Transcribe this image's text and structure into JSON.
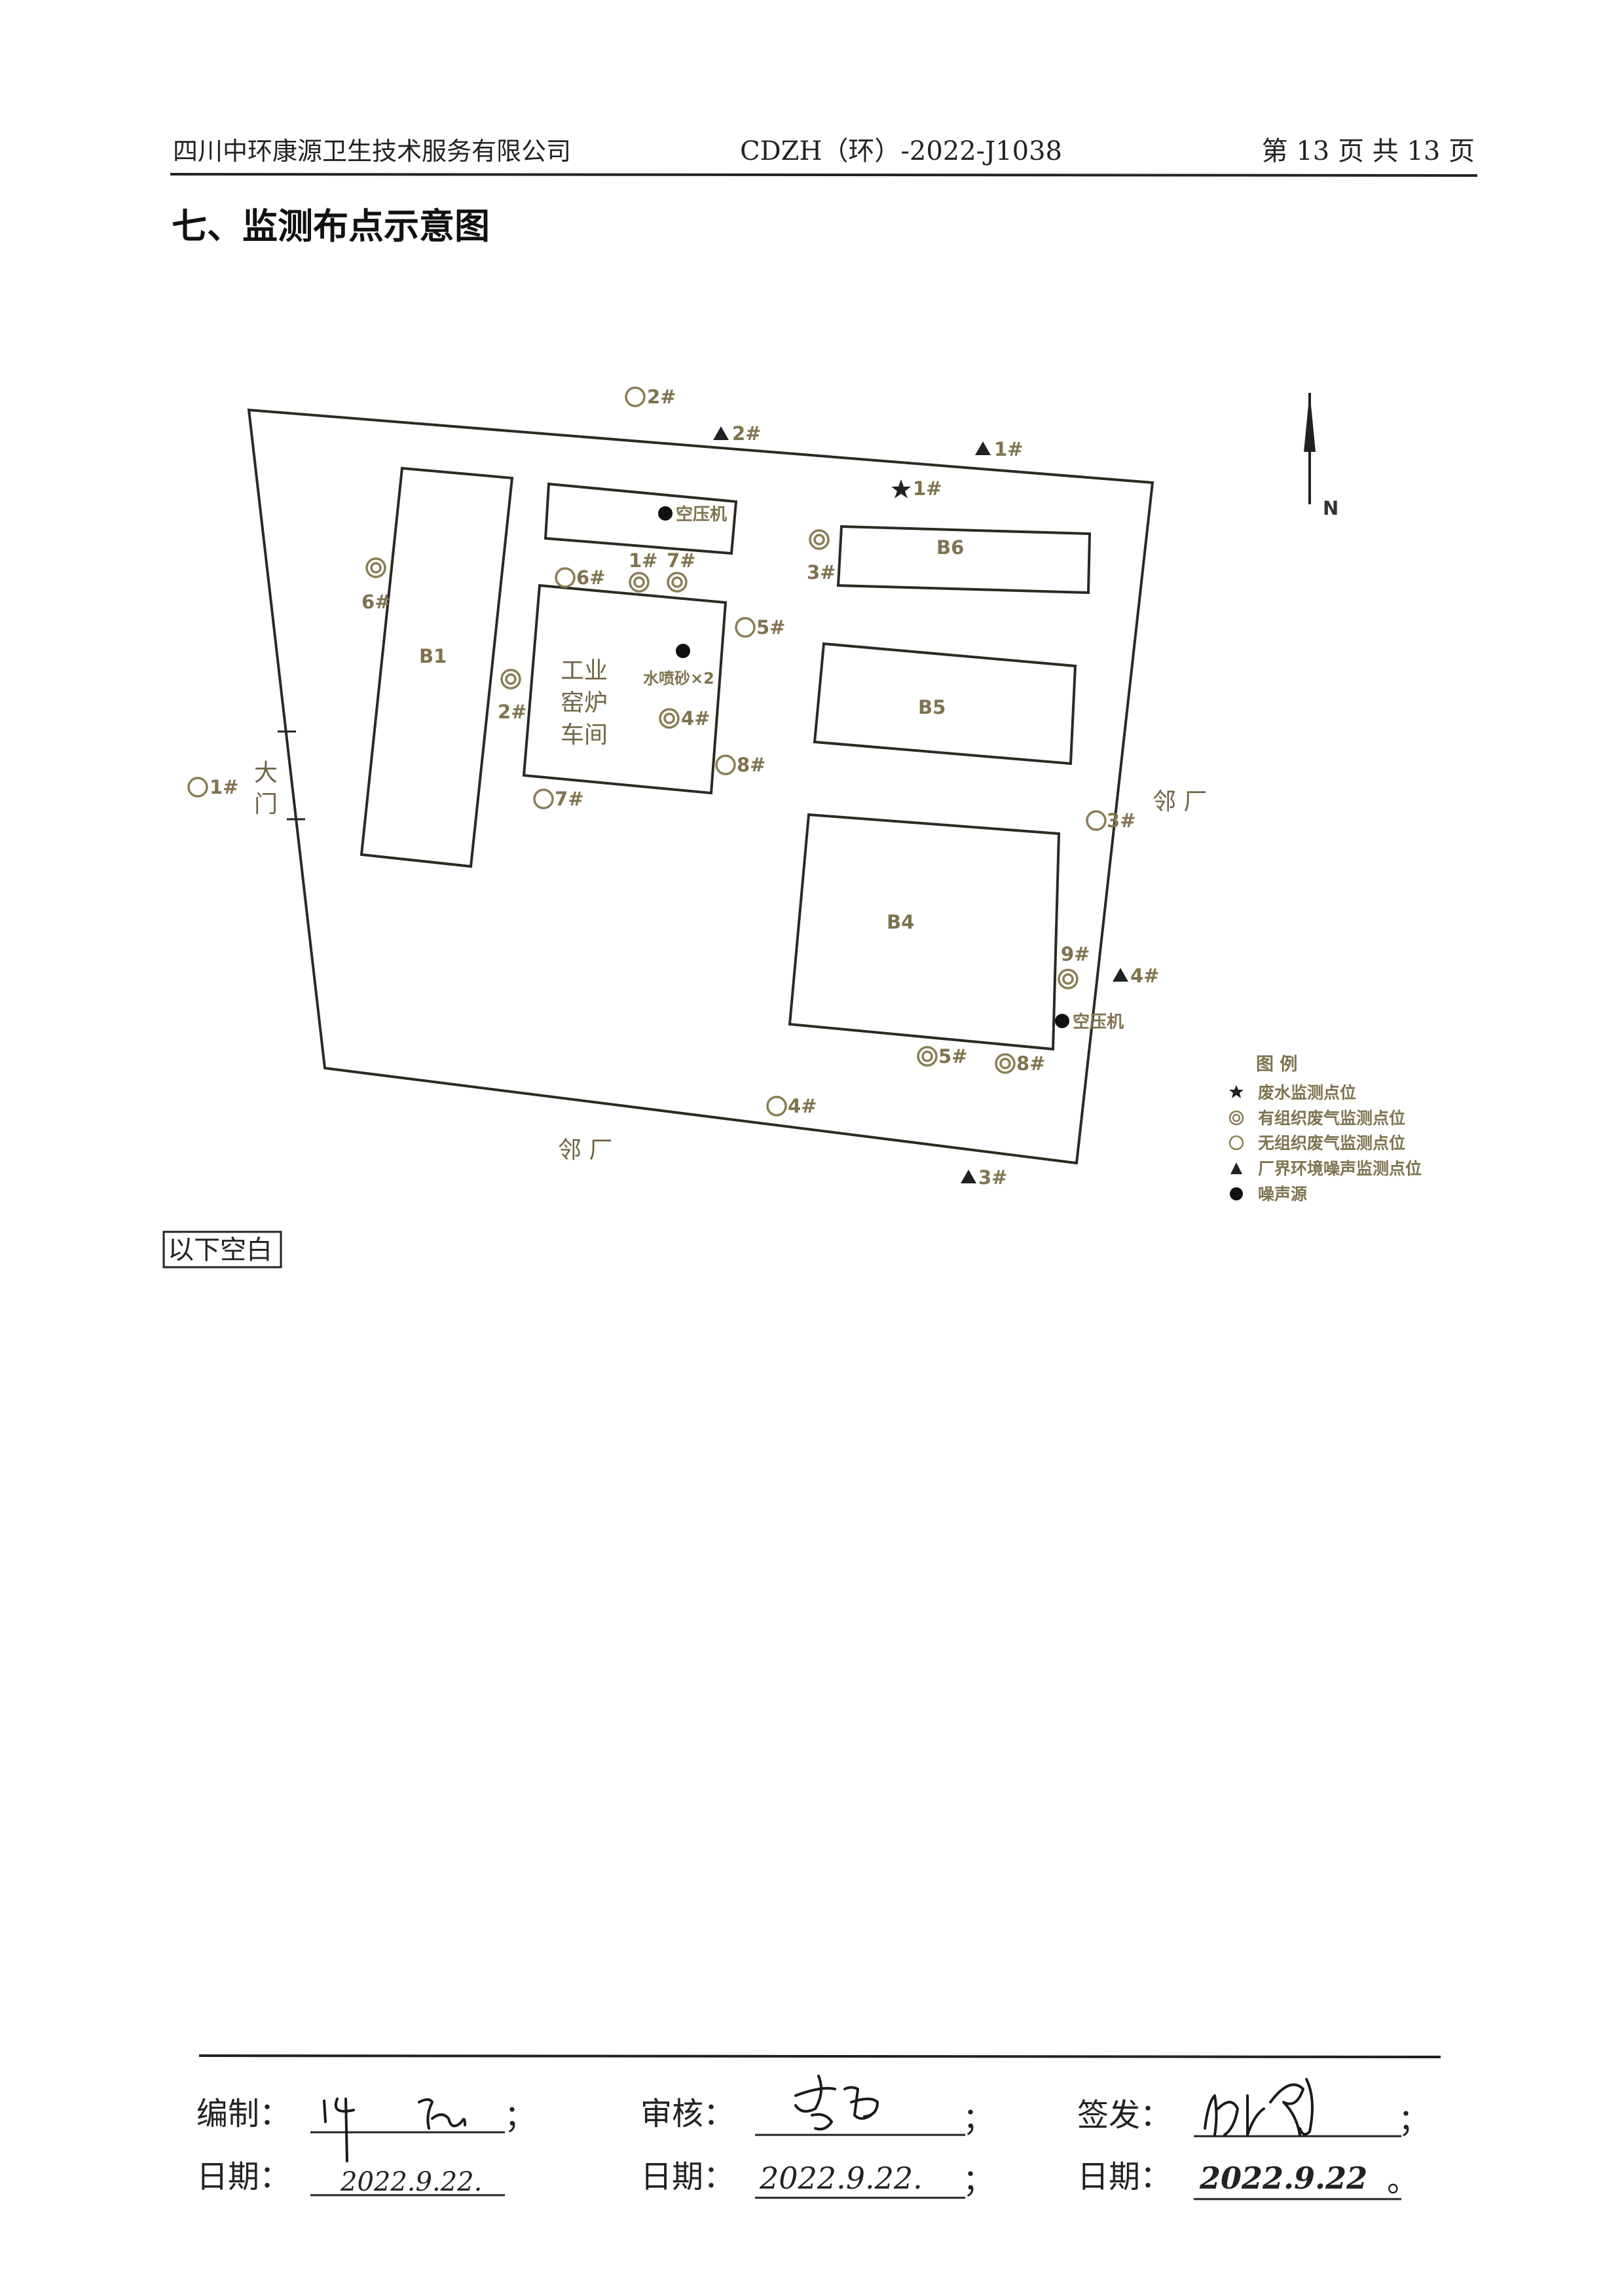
{
  "header": {
    "company": "四川中环康源卫生技术服务有限公司",
    "doc_no": "CDZH（环）-2022-J1038",
    "page_info": "第 13 页 共 13 页"
  },
  "title": "七、监测布点示意图",
  "diagram": {
    "north": "N",
    "buildings": {
      "b1": "B1",
      "b4": "B4",
      "b5": "B5",
      "b6": "B6"
    },
    "workshop": [
      "工业",
      "窑炉",
      "车间"
    ],
    "gate": [
      "大",
      "门"
    ],
    "neighbor": "邻 厂",
    "compressor": "空压机",
    "sandblast": "水喷砂×2",
    "points": {
      "unorg_1": "1#",
      "unorg_2": "2#",
      "unorg_3": "3#",
      "unorg_4": "4#",
      "unorg_5": "5#",
      "unorg_6": "6#",
      "unorg_7": "7#",
      "unorg_8": "8#",
      "org_1": "1#",
      "org_2": "2#",
      "org_3": "3#",
      "org_4": "4#",
      "org_5": "5#",
      "org_6": "6#",
      "org_7": "7#",
      "org_8": "8#",
      "org_9": "9#",
      "noise_1": "1#",
      "noise_2": "2#",
      "noise_3": "3#",
      "noise_4": "4#",
      "water_1": "1#"
    }
  },
  "legend": {
    "title": "图 例",
    "items": [
      "废水监测点位",
      "有组织废气监测点位",
      "无组织废气监测点位",
      "厂界环境噪声监测点位",
      "噪声源"
    ]
  },
  "blank_note": "以下空白",
  "footer": {
    "compiled_label": "编制：",
    "reviewed_label": "审核：",
    "issued_label": "签发：",
    "date_label": "日期：",
    "semicolon": "；",
    "period": "。",
    "dates": [
      "2022.9.22.",
      "2022.9.22.",
      "2022.9.22"
    ]
  },
  "colors": {
    "label": "#7f7350",
    "ink": "#1a1a1a"
  }
}
